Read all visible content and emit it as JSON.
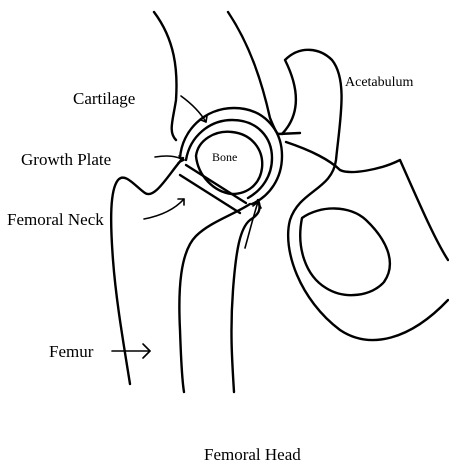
{
  "labels": {
    "acetabulum": "Acetabulum",
    "cartilage": "Cartilage",
    "bone": "Bone",
    "growth_plate": "Growth Plate",
    "femoral_neck": "Femoral Neck",
    "femur": "Femur",
    "femoral_head": "Femoral Head"
  },
  "colors": {
    "line": "#000000",
    "background": "#ffffff"
  }
}
